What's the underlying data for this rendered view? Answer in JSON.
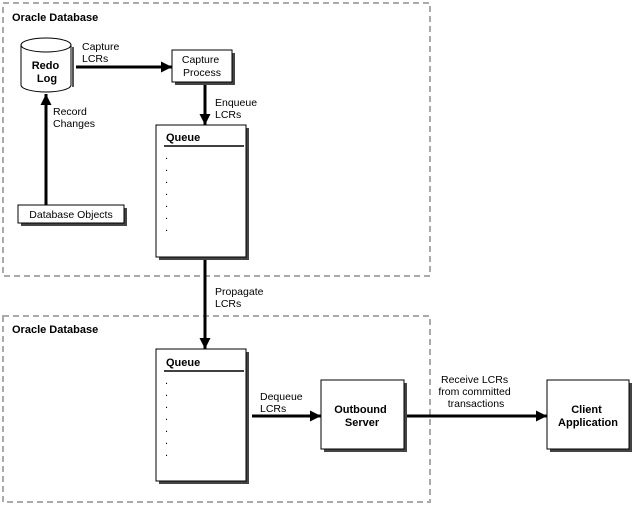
{
  "regions": {
    "source": {
      "title": "Oracle Database"
    },
    "destination": {
      "title": "Oracle Database"
    }
  },
  "nodes": {
    "redo_log": [
      "Redo",
      "Log"
    ],
    "capture_process": [
      "Capture",
      "Process"
    ],
    "database_objects": "Database Objects",
    "queue_source": {
      "title": "Queue",
      "entries": [
        ".",
        ".",
        ".",
        ".",
        ".",
        ".",
        "."
      ]
    },
    "queue_destination": {
      "title": "Queue",
      "entries": [
        ".",
        ".",
        ".",
        ".",
        ".",
        ".",
        "."
      ]
    },
    "outbound_server": [
      "Outbound",
      "Server"
    ],
    "client_application": [
      "Client",
      "Application"
    ]
  },
  "edges": {
    "capture_lcrs": [
      "Capture",
      "LCRs"
    ],
    "record_changes": [
      "Record",
      "Changes"
    ],
    "enqueue_lcrs": [
      "Enqueue",
      "LCRs"
    ],
    "propagate_lcrs": [
      "Propagate",
      "LCRs"
    ],
    "dequeue_lcrs": [
      "Dequeue",
      "LCRs"
    ],
    "receive_lcrs": [
      "Receive LCRs",
      "from committed",
      "transactions"
    ]
  }
}
